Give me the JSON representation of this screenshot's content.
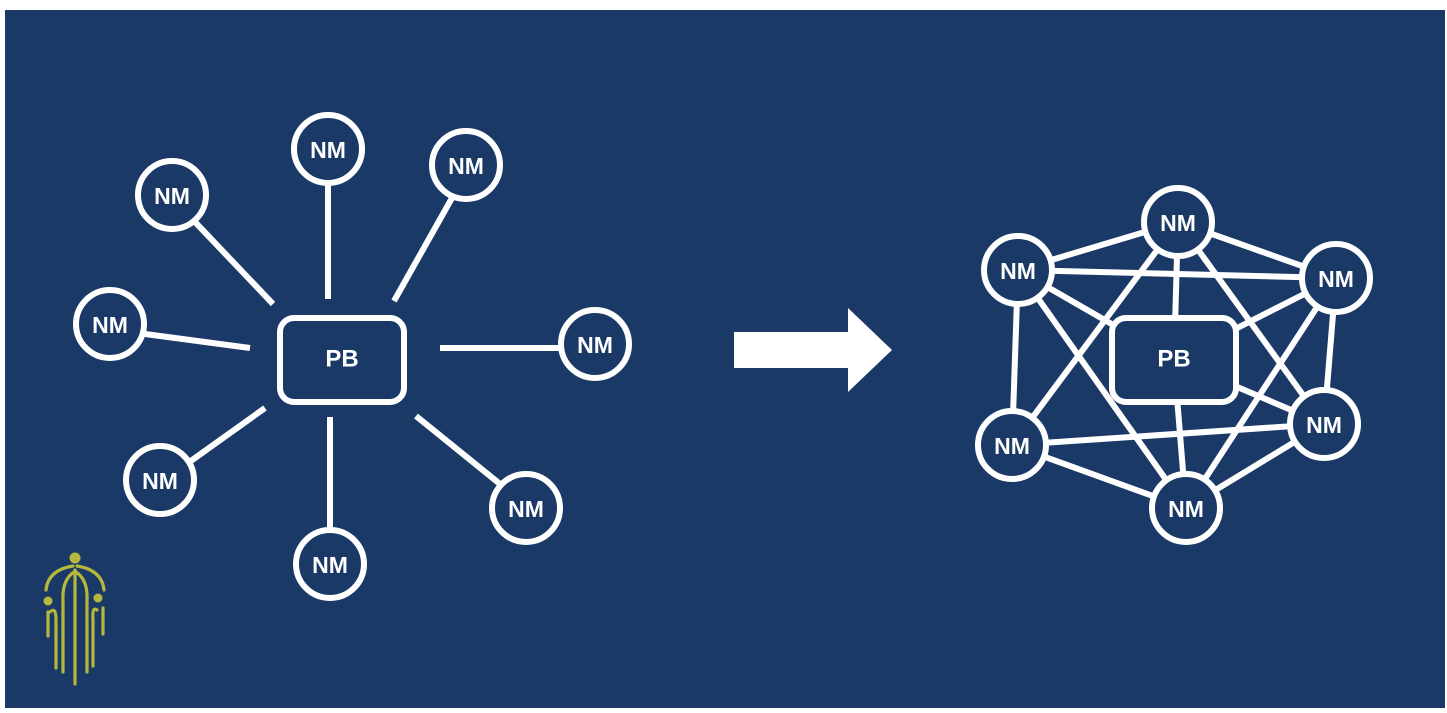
{
  "colors": {
    "background": "#1a3967",
    "stroke": "#ffffff",
    "node_fill": "#1a3967",
    "logo": "#b5b83a"
  },
  "left_diagram": {
    "hub_label": "PB",
    "node_labels": [
      "NM",
      "NM",
      "NM",
      "NM",
      "NM",
      "NM",
      "NM",
      "NM"
    ]
  },
  "arrow": {
    "icon": "right-arrow-icon"
  },
  "right_diagram": {
    "hub_label": "PB",
    "node_labels": [
      "NM",
      "NM",
      "NM",
      "NM",
      "NM",
      "NM"
    ]
  },
  "logo": {
    "icon": "tree-figures-logo"
  }
}
